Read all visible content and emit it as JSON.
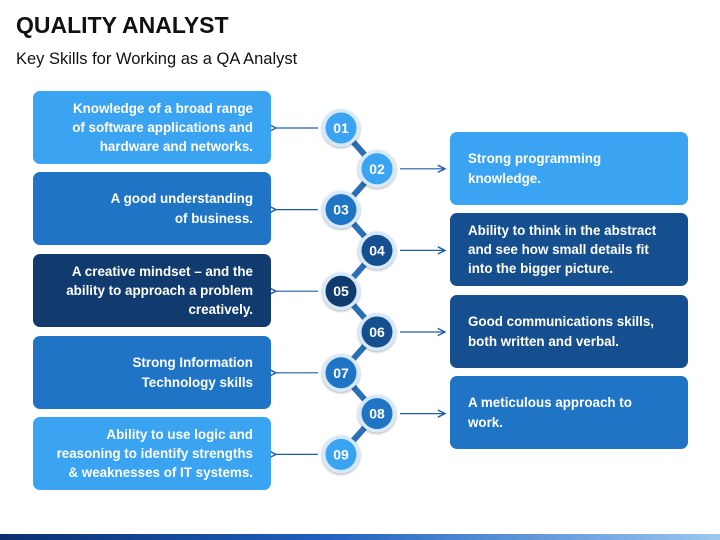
{
  "header": {
    "title": "QUALITY ANALYST",
    "subtitle": "Key Skills for Working as a QA Analyst"
  },
  "steps": [
    {
      "number": "01",
      "side": "left",
      "lines": [
        "Knowledge of a broad range",
        "of software applications and",
        "hardware and networks."
      ]
    },
    {
      "number": "02",
      "side": "right",
      "lines": [
        "Strong programming",
        "knowledge."
      ]
    },
    {
      "number": "03",
      "side": "left",
      "lines": [
        "A good understanding",
        "of business."
      ]
    },
    {
      "number": "04",
      "side": "right",
      "lines": [
        "Ability to think in the abstract",
        "and see how small details fit",
        "into the bigger picture."
      ]
    },
    {
      "number": "05",
      "side": "left",
      "lines": [
        "A creative mindset – and the",
        "ability to approach a problem",
        "creatively."
      ]
    },
    {
      "number": "06",
      "side": "right",
      "lines": [
        "Good communications skills,",
        "both written and verbal."
      ]
    },
    {
      "number": "07",
      "side": "left",
      "lines": [
        "Strong Information",
        "Technology skills"
      ]
    },
    {
      "number": "08",
      "side": "right",
      "lines": [
        "A meticulous approach to",
        "work."
      ]
    },
    {
      "number": "09",
      "side": "left",
      "lines": [
        "Ability to use logic and",
        "reasoning to identify strengths",
        "& weaknesses of IT systems."
      ]
    }
  ],
  "colors": {
    "light": "#3aa3f2",
    "mid": "#1f74c5",
    "dark": "#164f8f",
    "navy": "#113b6e",
    "circle_ring": "#d6e9fb"
  }
}
